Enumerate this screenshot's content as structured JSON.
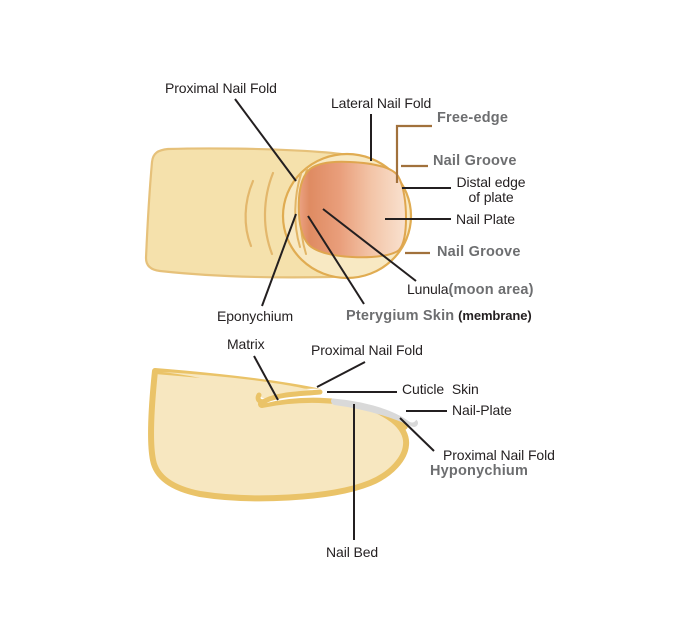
{
  "diagram": {
    "name": "fingernail-anatomy-diagram",
    "labels": {
      "proximal_nail_fold_top": "Proximal Nail Fold",
      "lateral_nail_fold": "Lateral Nail Fold",
      "free_edge": "Free-edge",
      "nail_groove_upper": "Nail Groove",
      "distal_edge_line1": "Distal edge",
      "distal_edge_line2": "of plate",
      "nail_plate_top": "Nail Plate",
      "nail_groove_lower": "Nail Groove",
      "lunula": "Lunula",
      "lunula_paren": "(moon area)",
      "eponychium": "Eponychium",
      "pterygium_skin": "Pterygium Skin",
      "pterygium_paren": "(membrane)",
      "matrix": "Matrix",
      "proximal_nail_fold_side": "Proximal Nail Fold",
      "cuticle_skin": "Cuticle Skin",
      "nail_plate_side": "Nail-Plate",
      "proximal_nail_fold_lower": "Proximal Nail Fold",
      "hyponychium": "Hyponychium",
      "nail_bed": "Nail Bed"
    },
    "palette": {
      "background": "#FFFFFF",
      "text_dark": "#231F20",
      "text_gray": "#6D6E70",
      "leader_black": "#231F20",
      "leader_brown": "#A1713C",
      "skin_fill_top": "#F5E1AC",
      "skin_outline_top": "#E6C17A",
      "wrinkle_line": "#E3B76C",
      "free_edge_halo_fill": "#F8E9C3",
      "free_edge_halo_outline": "#E0AC52",
      "nail_gradient_dark": "#DF8B62",
      "nail_gradient_light": "#F9E2D0",
      "nail_outline": "#DFA64F",
      "skin_fill_side": "#F7E7C0",
      "skin_outline_side": "#EAC368",
      "nail_plate_white": "#FFFFFF",
      "nail_shadow_gray": "#D9D9D9"
    }
  }
}
